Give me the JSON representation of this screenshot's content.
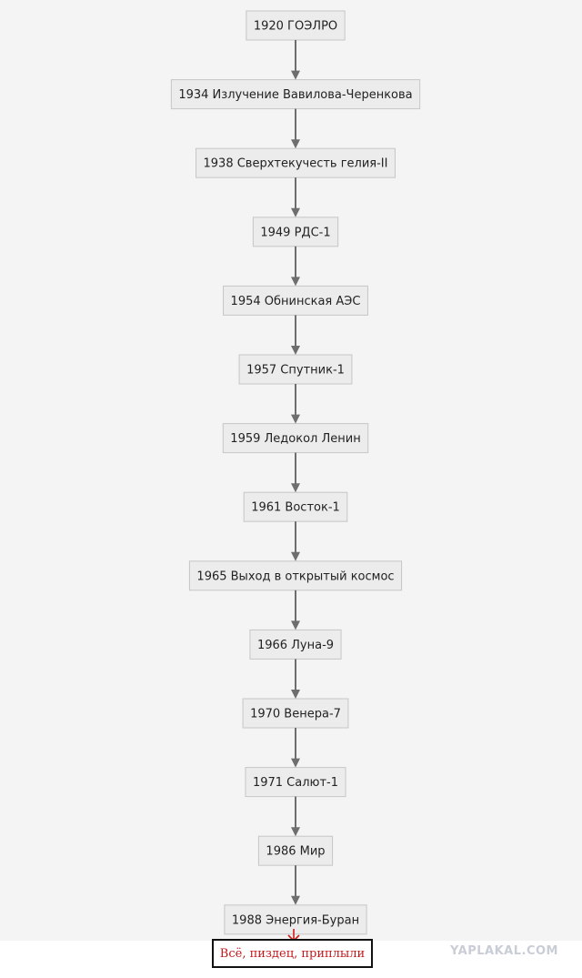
{
  "diagram": {
    "nodes": [
      "1920 ГОЭЛРО",
      "1934 Излучение Вавилова-Черенкова",
      "1938 Сверхтекучесть гелия-II",
      "1949 РДС-1",
      "1954 Обнинская АЭС",
      "1957 Спутник-1",
      "1959 Ледокол Ленин",
      "1961 Восток-1",
      "1965 Выход в открытый космос",
      "1966 Луна-9",
      "1970 Венера-7",
      "1971 Салют-1",
      "1986 Мир",
      "1988 Энергия-Буран"
    ],
    "edge_color": "#6e6e6e",
    "node_fill": "#ececec",
    "node_border": "#c6c6c6"
  },
  "annotation": {
    "text": "Всё, пиздец, приплыли",
    "text_color": "#c0181c",
    "arrow_icon": "red-arrow-down-icon"
  },
  "watermark": {
    "text": "YAPLAKAL.COM",
    "color": "#c9ced6"
  }
}
